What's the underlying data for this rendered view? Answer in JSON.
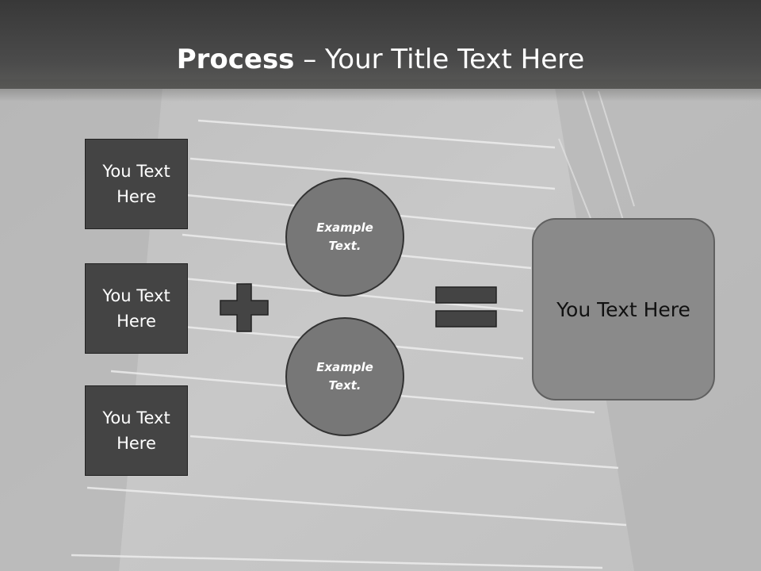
{
  "slide": {
    "title_bold": "Process",
    "title_rest": " – Your Title Text Here"
  },
  "inputs": [
    {
      "label": "You Text Here"
    },
    {
      "label": "You Text Here"
    },
    {
      "label": "You Text Here"
    }
  ],
  "examples": [
    {
      "label": "Example Text."
    },
    {
      "label": "Example Text."
    }
  ],
  "result": {
    "label": "You Text Here"
  },
  "icons": {
    "operator_1": "plus-icon",
    "operator_2": "equals-icon"
  },
  "colors": {
    "title_bar": "#444444",
    "input_box": "#444444",
    "circle": "#777777",
    "result_box": "#8a8a8a",
    "operator": "#444444"
  }
}
